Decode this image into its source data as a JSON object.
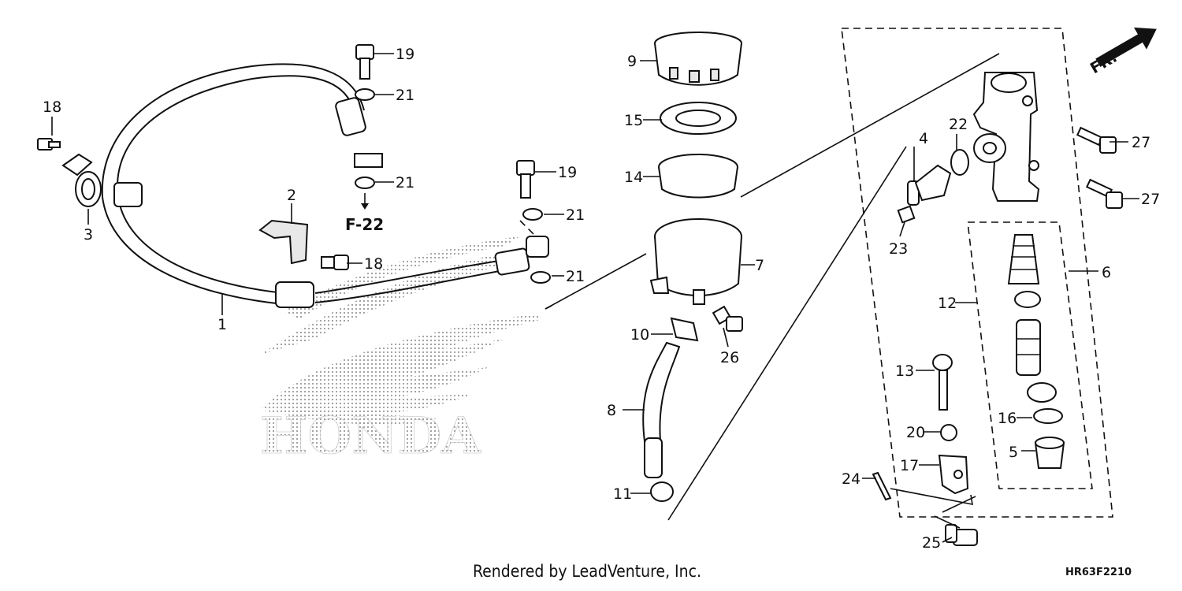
{
  "diagram": {
    "callouts": {
      "c1": "1",
      "c2": "2",
      "c3": "3",
      "c4": "4",
      "c5": "5",
      "c6": "6",
      "c7": "7",
      "c8": "8",
      "c9": "9",
      "c10": "10",
      "c11": "11",
      "c12": "12",
      "c13": "13",
      "c14": "14",
      "c15": "15",
      "c16": "16",
      "c17": "17",
      "c18a": "18",
      "c18b": "18",
      "c19a": "19",
      "c19b": "19",
      "c20": "20",
      "c21a": "21",
      "c21b": "21",
      "c21c": "21",
      "c21d": "21",
      "c22": "22",
      "c23": "23",
      "c24": "24",
      "c25": "25",
      "c26": "26",
      "c27a": "27",
      "c27b": "27"
    },
    "reference": "F-22",
    "front_indicator": "FR.",
    "watermark_logo": "HONDA",
    "footer": "Rendered by LeadVenture, Inc.",
    "diagram_code": "HR63F2210"
  }
}
